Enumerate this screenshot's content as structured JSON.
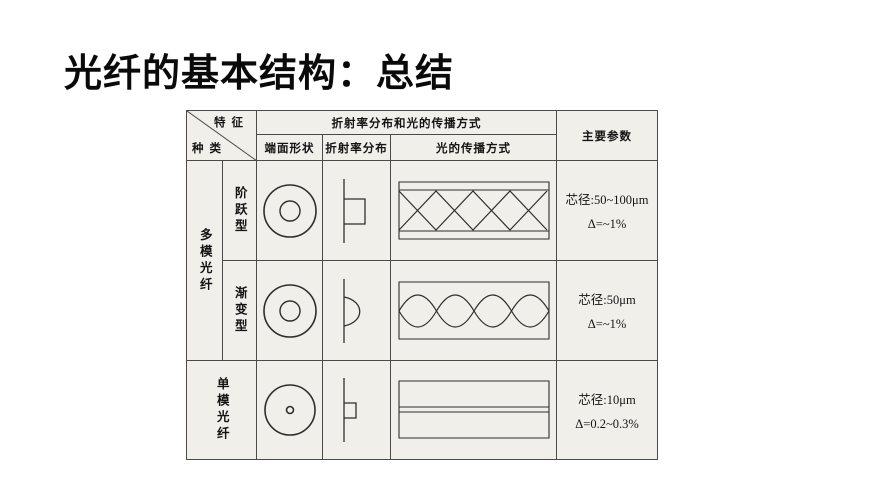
{
  "slide": {
    "title": "光纤的基本结构：总结"
  },
  "table": {
    "corner": {
      "top": "特征",
      "bottom": "种类"
    },
    "headers": {
      "span": "折射率分布和光的传播方式",
      "endface": "端面形状",
      "index_profile": "折射率分布",
      "propagation": "光的传播方式",
      "params": "主要参数"
    },
    "groups": {
      "multimode": "多模光纤",
      "singlemode": "单模光纤"
    },
    "rows": [
      {
        "type": "阶跃型",
        "param1": "芯径:50~100μm",
        "param2": "Δ=~1%"
      },
      {
        "type": "渐变型",
        "param1": "芯径:50μm",
        "param2": "Δ=~1%"
      },
      {
        "type": "单模光纤",
        "param1": "芯径:10μm",
        "param2": "Δ=0.2~0.3%"
      }
    ]
  }
}
